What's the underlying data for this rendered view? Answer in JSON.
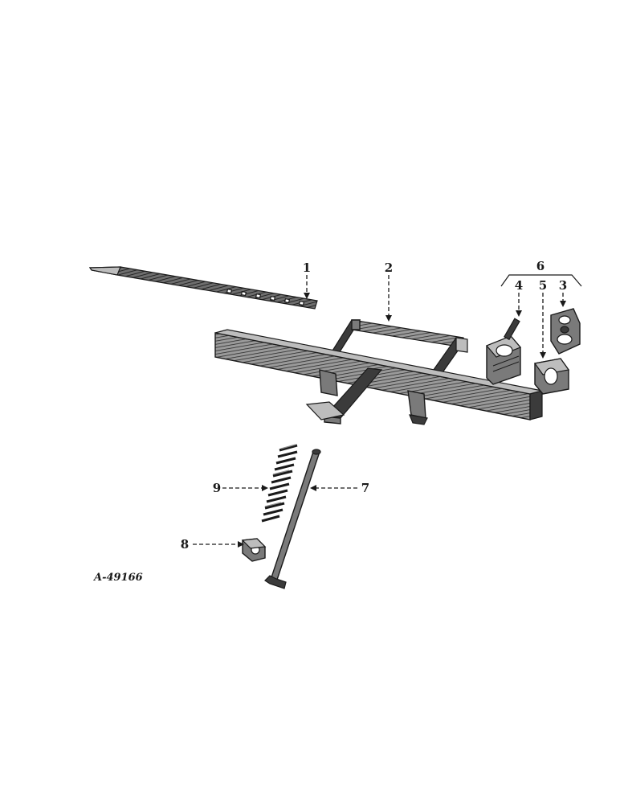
{
  "figure_id": "A-49166",
  "callouts": {
    "c1": "1",
    "c2": "2",
    "c3": "3",
    "c4": "4",
    "c5": "5",
    "c6": "6",
    "c7": "7",
    "c8": "8",
    "c9": "9"
  }
}
